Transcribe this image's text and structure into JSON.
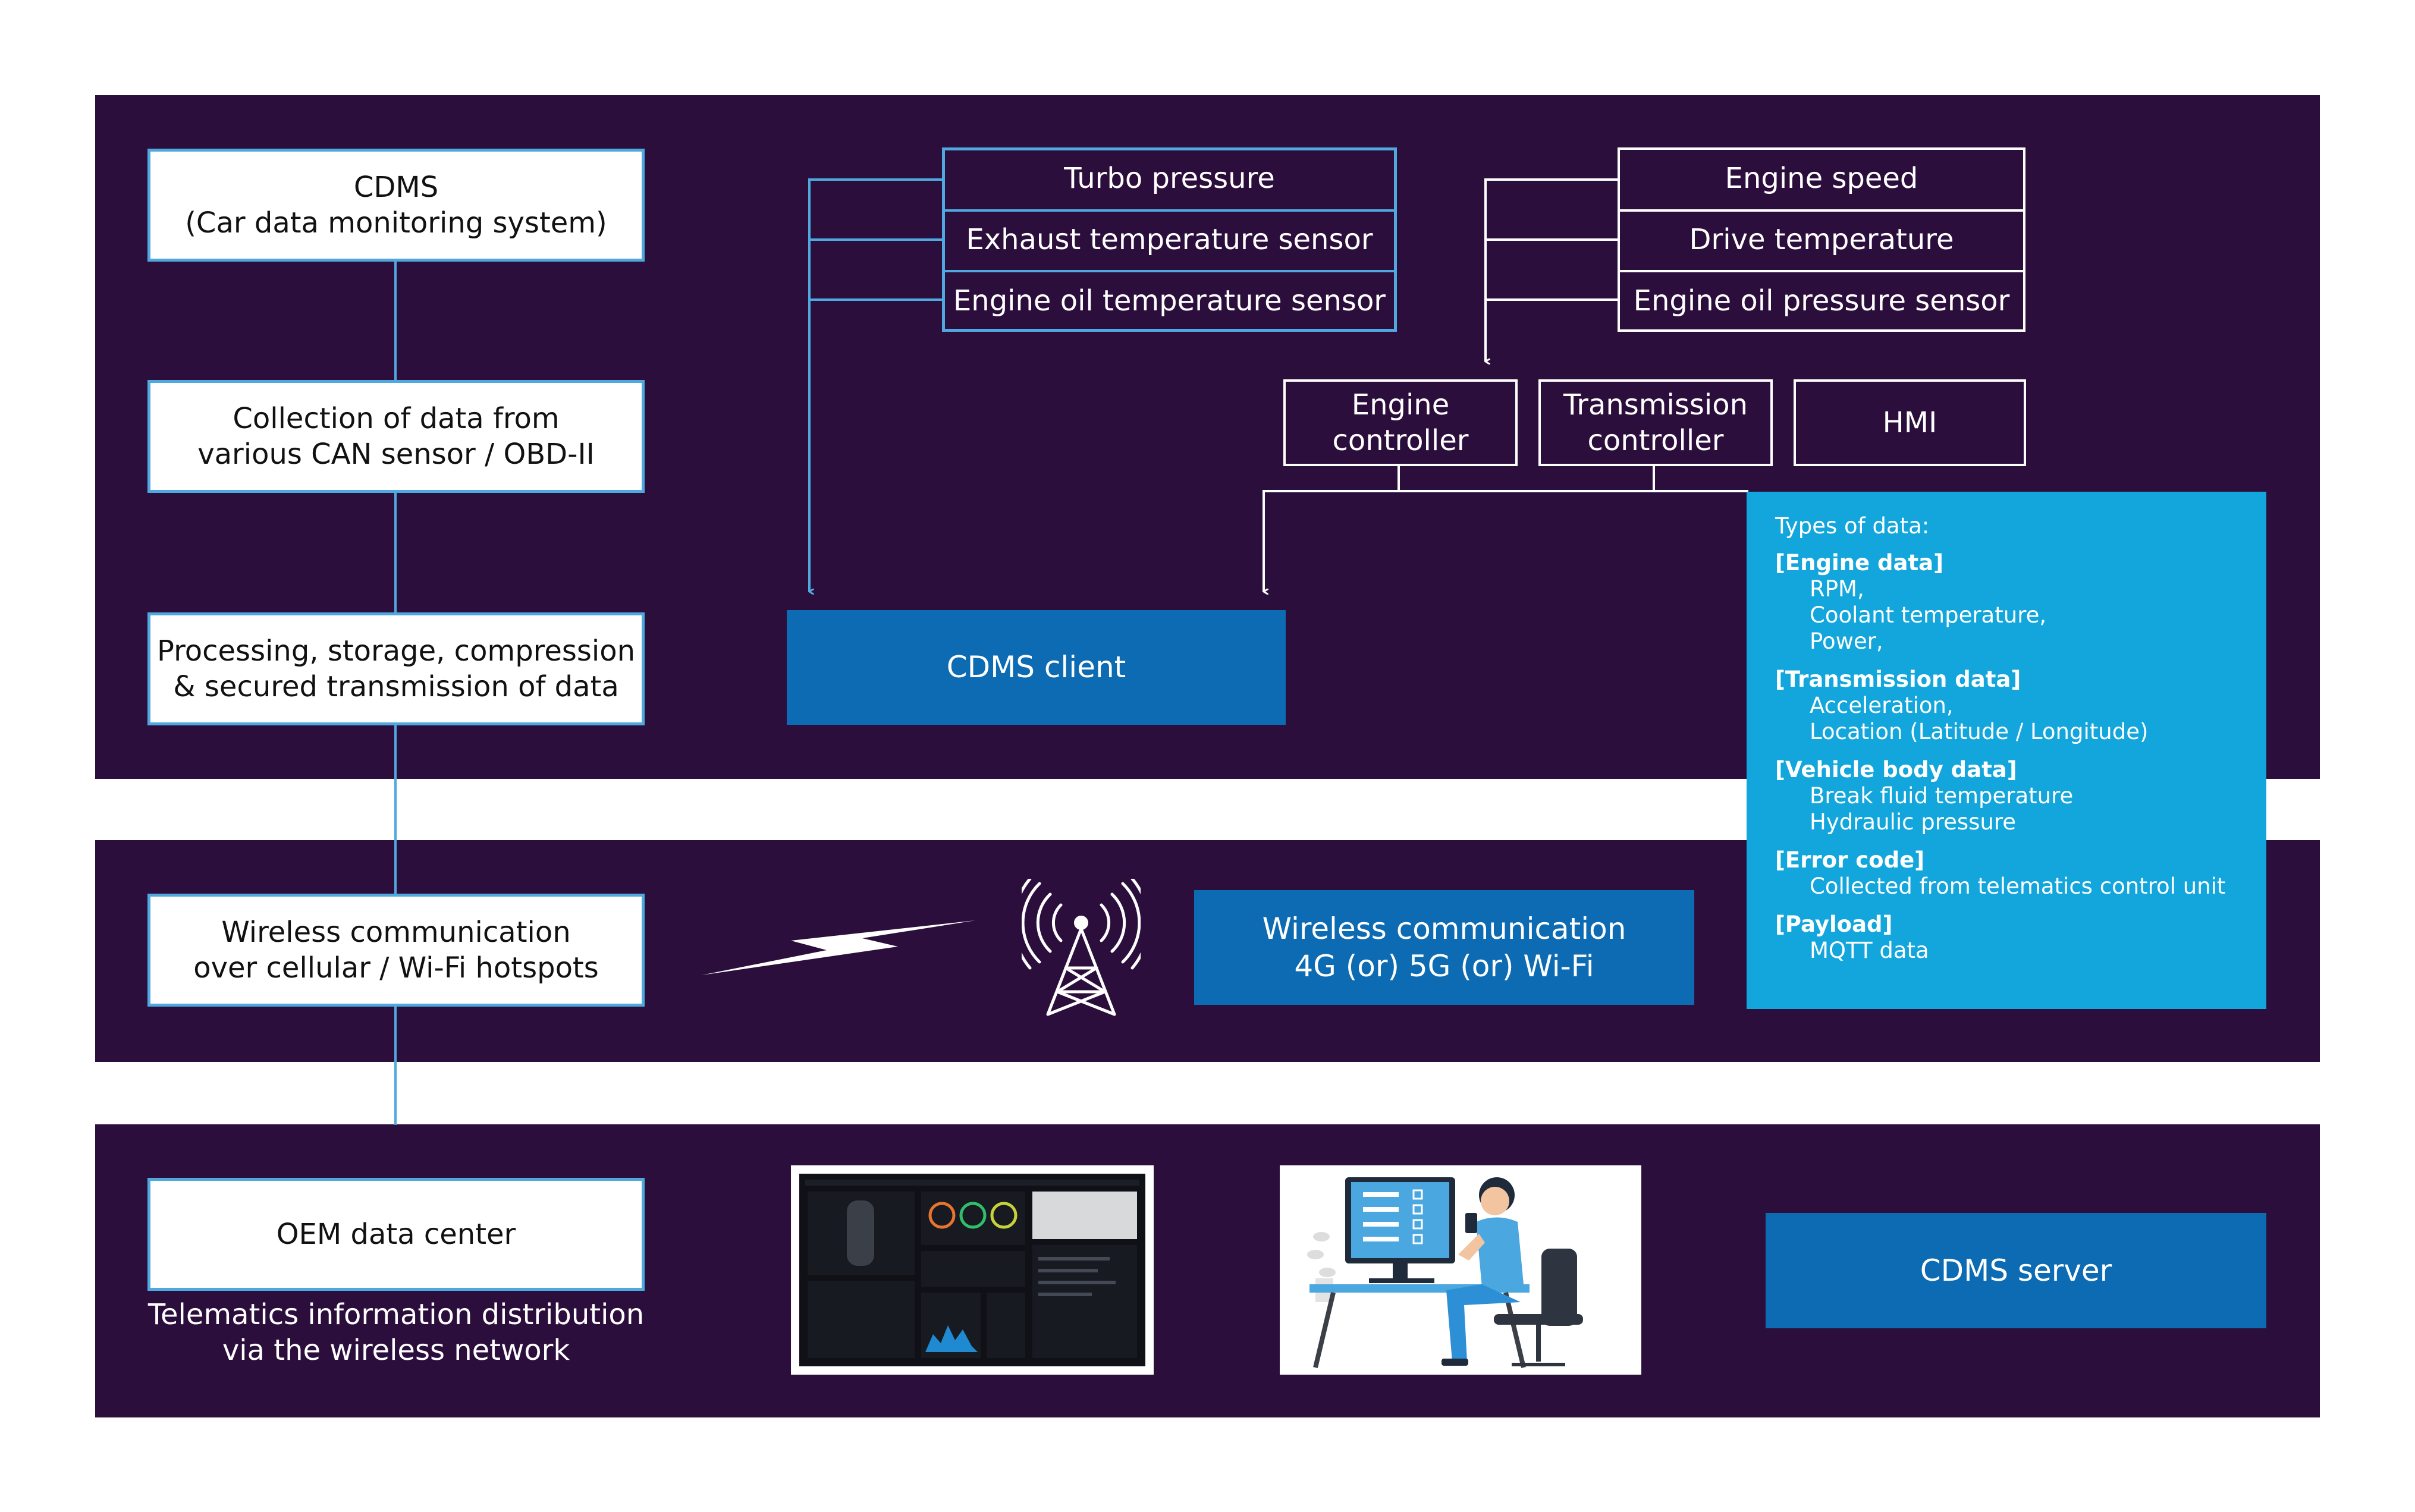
{
  "left_column": {
    "cdms": [
      "CDMS",
      "(Car data monitoring system)"
    ],
    "collection": [
      "Collection of data from",
      "various CAN sensor / OBD-II"
    ],
    "processing": [
      "Processing, storage, compression",
      "& secured transmission of data"
    ],
    "wireless": [
      "Wireless communication",
      "over cellular / Wi-Fi hotspots"
    ],
    "oem": "OEM data center",
    "telematics": [
      "Telematics information distribution",
      "via the wireless network"
    ]
  },
  "sensors_left": [
    "Turbo pressure",
    "Exhaust temperature sensor",
    "Engine oil temperature sensor"
  ],
  "sensors_right": [
    "Engine speed",
    "Drive temperature",
    "Engine oil pressure sensor"
  ],
  "controllers": {
    "engine": [
      "Engine",
      "controller"
    ],
    "transmission": [
      "Transmission",
      "controller"
    ],
    "hmi": "HMI"
  },
  "cdms_client": "CDMS client",
  "wireless_comm": [
    "Wireless communication",
    "4G (or) 5G (or) Wi-Fi"
  ],
  "cdms_server": "CDMS server",
  "data_types": {
    "caption": "Types of data:",
    "sections": [
      {
        "heading": "[Engine data]",
        "items": [
          "RPM,",
          "Coolant temperature,",
          "Power,"
        ]
      },
      {
        "heading": "[Transmission data]",
        "items": [
          "Acceleration,",
          "Location (Latitude / Longitude)"
        ]
      },
      {
        "heading": "[Vehicle body data]",
        "items": [
          "Break fluid temperature",
          "Hydraulic pressure"
        ]
      },
      {
        "heading": "[Error code]",
        "items": [
          "Collected from telematics control unit"
        ]
      },
      {
        "heading": "[Payload]",
        "items": [
          "MQTT data"
        ]
      }
    ]
  },
  "colors": {
    "band": "#2c0e3c",
    "accent_line": "#4fa9df",
    "client_blue": "#0c6bb2",
    "info_blue": "#12a6dc"
  },
  "icons": [
    "lightning-icon",
    "antenna-tower-icon",
    "dashboard-screenshot-icon",
    "person-at-computer-icon"
  ]
}
